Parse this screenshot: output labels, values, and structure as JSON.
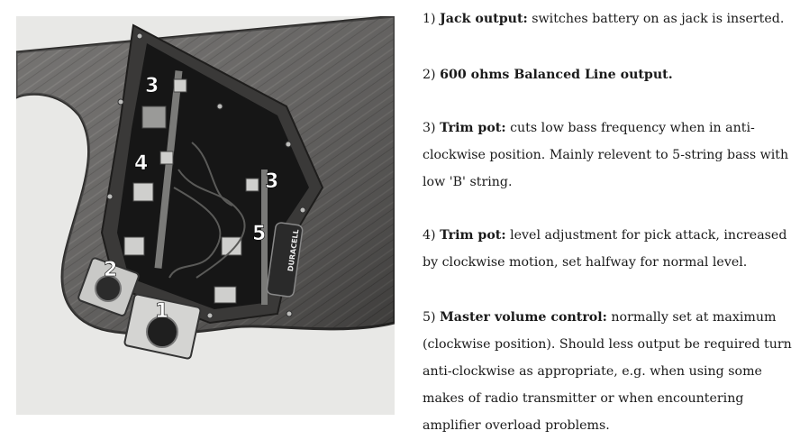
{
  "photo": {
    "callouts": [
      "3",
      "4",
      "3",
      "5",
      "2",
      "1"
    ],
    "battery_text": "DURACELL"
  },
  "notes": [
    {
      "prefix": "1) ",
      "title": "Jack output:",
      "text": " switches battery on as jack is inserted."
    },
    {
      "prefix": "2) ",
      "title": "600 ohms Balanced Line output.",
      "text": ""
    },
    {
      "prefix": "3) ",
      "title": "Trim pot:",
      "text": " cuts low bass frequency when in anti-clockwise position. Mainly relevent to 5-string bass with low 'B' string."
    },
    {
      "prefix": "4) ",
      "title": "Trim pot:",
      "text": " level adjustment for pick attack, increased by clockwise motion, set halfway for normal level."
    },
    {
      "prefix": "5) ",
      "title": "Master volume control:",
      "text": " normally set at maximum (clockwise position). Should less output be required turn anti-clockwise as appropriate, e.g. when using some makes of radio transmitter or when encountering amplifier overload problems."
    }
  ]
}
